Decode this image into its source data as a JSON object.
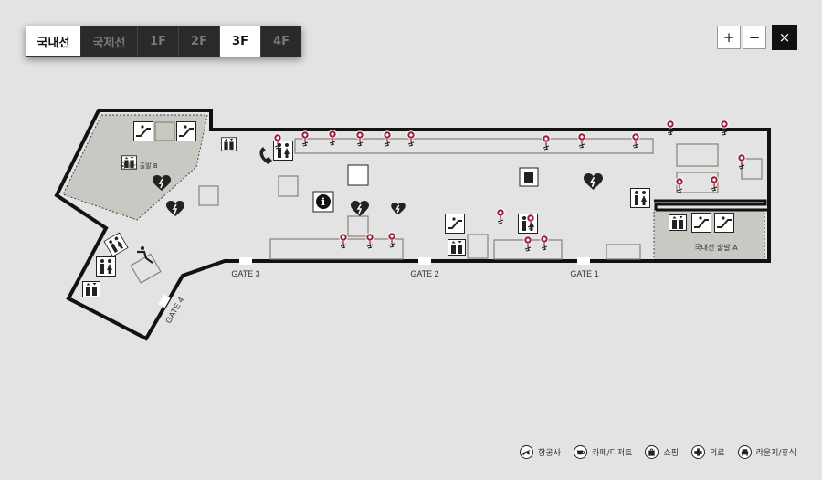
{
  "terminal_tabs": [
    {
      "label": "국내선",
      "active": true
    },
    {
      "label": "국제선",
      "active": false
    }
  ],
  "floor_tabs": [
    {
      "label": "1F",
      "active": false
    },
    {
      "label": "2F",
      "active": false
    },
    {
      "label": "3F",
      "active": true
    },
    {
      "label": "4F",
      "active": false
    }
  ],
  "zoom": {
    "in": "+",
    "out": "−",
    "close": "×"
  },
  "map": {
    "gates": [
      "GATE 1",
      "GATE 2",
      "GATE 3",
      "GATE 4"
    ],
    "areas": {
      "departure_a": "국내선 출발 A",
      "departure_b": "국내선 출발 B"
    }
  },
  "legend": [
    "항공사",
    "카페/디저트",
    "쇼핑",
    "의료",
    "라운지/휴식"
  ],
  "colors": {
    "pin": "#9b1f3a",
    "wall": "#111111",
    "zone": "#c9c9c4",
    "floor": "#e3e3e3"
  }
}
